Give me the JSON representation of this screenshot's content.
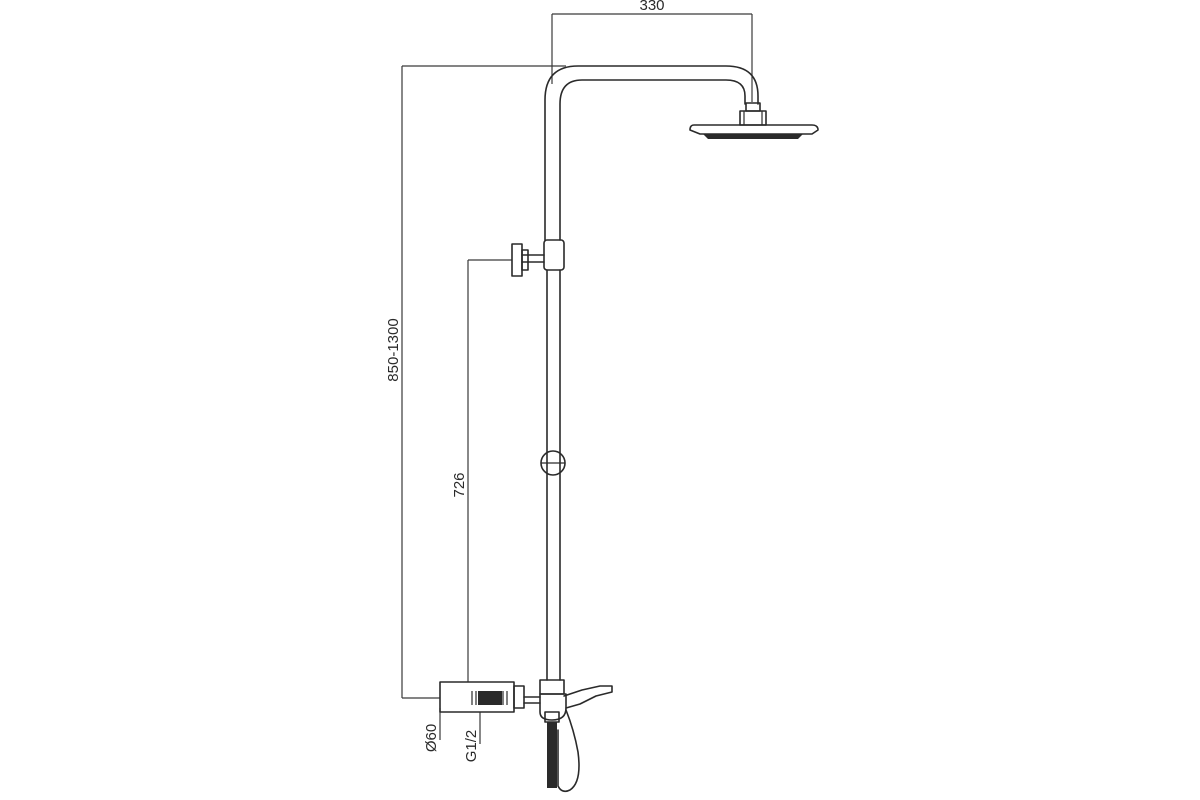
{
  "dimensions": {
    "arm_reach": "330",
    "total_height": "850-1300",
    "riser_height": "726",
    "wall_plate_diameter": "Ø60",
    "thread_size": "G1/2"
  }
}
